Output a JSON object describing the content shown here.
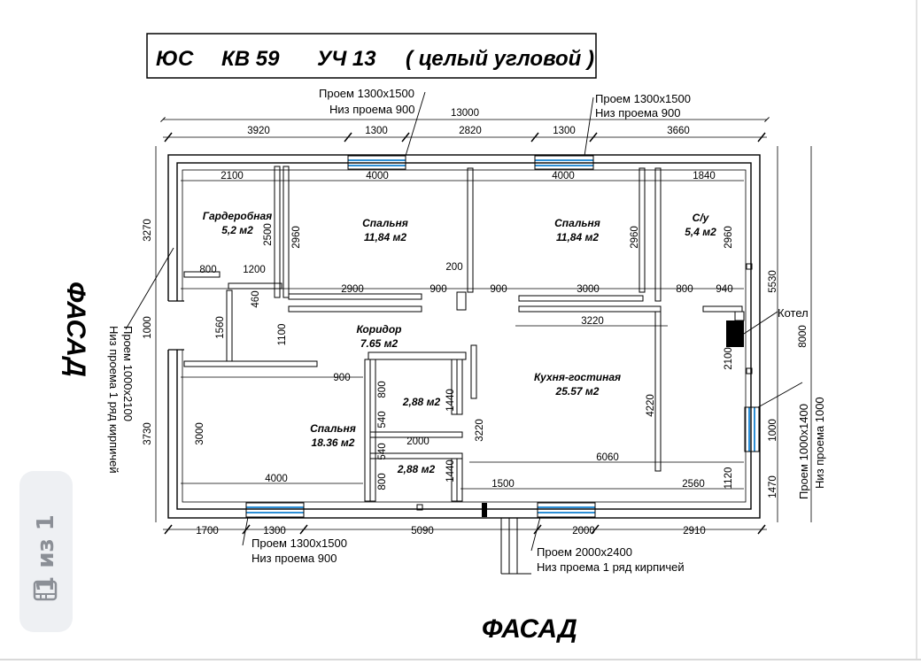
{
  "title": {
    "code": "ЮС",
    "apartment": "КВ 59",
    "plot": "УЧ 13",
    "note": "( целый угловой )"
  },
  "facade_labels": {
    "bottom": "ФАСАД",
    "left": "ФАСАД"
  },
  "rooms": {
    "wardrobe": {
      "name": "Гардеробная",
      "area": "5,2 м2"
    },
    "bedroom_1": {
      "name": "Спальня",
      "area": "11,84 м2"
    },
    "bedroom_2": {
      "name": "Спальня",
      "area": "11,84 м2"
    },
    "bathroom": {
      "name": "С/у",
      "area": "5,4 м2"
    },
    "corridor": {
      "name": "Коридор",
      "area": "7.65 м2"
    },
    "bedroom_3": {
      "name": "Спальня",
      "area": "18.36 м2"
    },
    "closet_1": {
      "area": "2,88 м2"
    },
    "closet_2": {
      "area": "2,88 м2"
    },
    "kitchen": {
      "name": "Кухня-гостиная",
      "area": "25.57 м2"
    }
  },
  "boiler_label": "Котел",
  "openings": {
    "top_left": [
      "Проем 1300x1500",
      "Низ проема 900"
    ],
    "top_right": [
      "Проем 1300x1500",
      "Низ проема 900"
    ],
    "bottom_left": [
      "Проем 1300x1500",
      "Низ проема 900"
    ],
    "bottom_door": [
      "Проем 2000x2400",
      "Низ проема 1 ряд кирпичей"
    ],
    "left_door": [
      "Проем 1000x2100",
      "Низ проема 1 ряд кирпичей"
    ],
    "right_window": [
      "Проем 1000x1400",
      "Низ проема 1000"
    ]
  },
  "dimensions": {
    "overall_top": "13000",
    "top_row": [
      "3920",
      "1300",
      "2820",
      "1300",
      "3660"
    ],
    "inner_top": [
      "2100",
      "4000",
      "4000",
      "1840"
    ],
    "heights_top": [
      "2500",
      "2960",
      "2960",
      "2960"
    ],
    "mid_row": [
      "800",
      "1200",
      "2900",
      "900",
      "900",
      "3000",
      "800",
      "940"
    ],
    "small": [
      "200",
      "460",
      "1560",
      "1100",
      "3220"
    ],
    "lower_row": [
      "3000",
      "900",
      "800",
      "1440",
      "540",
      "2000",
      "540",
      "800",
      "1440",
      "6060",
      "4220",
      "2100",
      "1120"
    ],
    "bottom_inner": [
      "4000",
      "1500",
      "2560"
    ],
    "bottom_row": [
      "1700",
      "1300",
      "5090",
      "2000",
      "2910"
    ],
    "left_side": [
      "3270",
      "1000",
      "3730",
      "3000"
    ],
    "right_side": [
      "5530",
      "8000",
      "1000",
      "1470"
    ]
  },
  "pager": {
    "text": "1 из 1"
  }
}
